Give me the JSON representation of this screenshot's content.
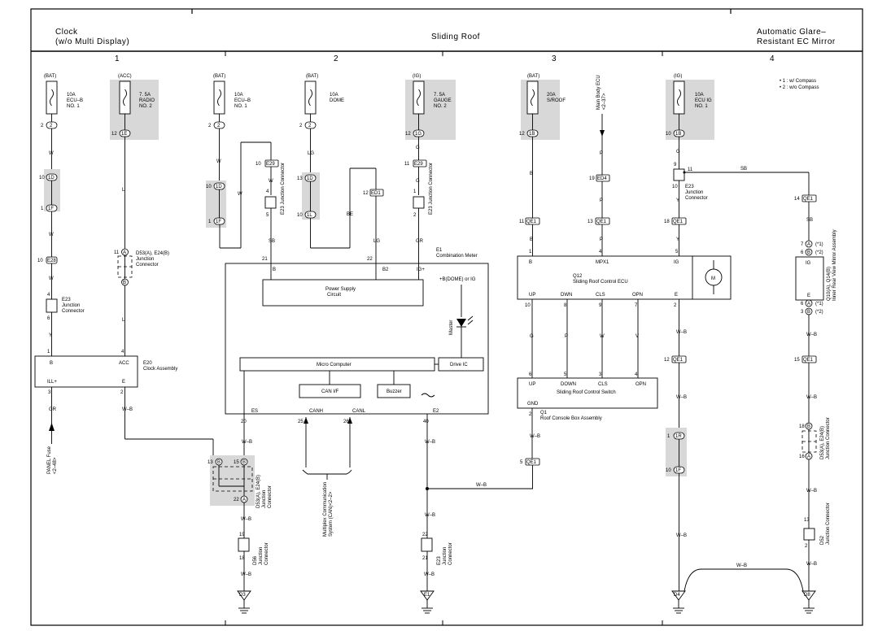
{
  "header": {
    "clock_line1": "Clock",
    "clock_line2": "(w/o Multi Display)",
    "sliding_roof": "Sliding Roof",
    "mirror_line1": "Automatic Glare–",
    "mirror_line2": "Resistant EC Mirror"
  },
  "columns": [
    "1",
    "2",
    "3",
    "4"
  ],
  "notes": {
    "n1": "• 1 : w/ Compass",
    "n2": "• 2 : w/o Compass"
  },
  "fuses": [
    {
      "source": "(BAT)",
      "rating": "10A",
      "name1": "ECU–B",
      "name2": "NO. 1"
    },
    {
      "source": "(ACC)",
      "rating": "7. 5A",
      "name1": "RADIO",
      "name2": "NO. 2"
    },
    {
      "source": "(BAT)",
      "rating": "10A",
      "name1": "ECU–B",
      "name2": "NO. 1"
    },
    {
      "source": "(BAT)",
      "rating": "10A",
      "name1": "DOME",
      "name2": ""
    },
    {
      "source": "(IG)",
      "rating": "7. 5A",
      "name1": "GAUGE",
      "name2": "NO. 2"
    },
    {
      "source": "(BAT)",
      "rating": "20A",
      "name1": "S/ROOF",
      "name2": ""
    },
    {
      "source": "(IG)",
      "rating": "10A",
      "name1": "ECU IG",
      "name2": "NO. 1"
    }
  ],
  "components": {
    "e23": {
      "code": "E23",
      "l1": "Junction",
      "l2": "Connector"
    },
    "d53": {
      "code": "D53(A), E24(B)",
      "l1": "Junction",
      "l2": "Connector"
    },
    "e20": {
      "code": "E20",
      "l1": "Clock Assembly"
    },
    "e1": {
      "code": "E1",
      "l1": "Combination Meter"
    },
    "power_supply": {
      "l1": "Power Supply",
      "l2": "Circuit"
    },
    "micro": "Micro Computer",
    "drive_ic": "Drive IC",
    "can_if": "CAN I/F",
    "buzzer": "Buzzer",
    "master": "Master",
    "bdome": "+B(DOME) or IG",
    "q12": {
      "code": "Q12",
      "l1": "Sliding Roof Control ECU"
    },
    "q1": {
      "code": "Q1",
      "l1": "Roof Console Box Assembly"
    },
    "switch": "Sliding Roof Control Switch",
    "mirror": "Q10(A), Q14(B)",
    "mirror_name": "Inner Rear View Mirror Assembly",
    "d56": {
      "code": "D56",
      "l1": "Junction",
      "l2": "Connector"
    },
    "d52": {
      "code": "D52",
      "l1": "Junction",
      "l2": "Connector"
    },
    "main_body": "Main Body ECU",
    "main_body_ref": "<2–37>",
    "panel_fuse": "PANEL Fuse",
    "panel_ref": "<2–48>",
    "multiplex": "Multiplex Communication",
    "multiplex2": "System (CAN)<2–2>",
    "motor": "M"
  },
  "terminals": {
    "e20_b": "B",
    "e20_acc": "ACC",
    "e20_ill": "ILL+",
    "e20_e": "E",
    "e1_b": "B",
    "e1_b2": "B2",
    "e1_ig": "IG+",
    "e1_es": "ES",
    "e1_canh": "CANH",
    "e1_canl": "CANL",
    "e1_e2": "E2",
    "q12_b": "B",
    "q12_mpx1": "MPX1",
    "q12_ig": "IG",
    "q12_up": "UP",
    "q12_dwn": "DWN",
    "q12_cls": "CLS",
    "q12_opn": "OPN",
    "q12_e": "E",
    "sw_up": "UP",
    "sw_down": "DOWN",
    "sw_cls": "CLS",
    "sw_opn": "OPN",
    "sw_gnd": "GND",
    "mir_ig": "IG",
    "mir_e": "E"
  },
  "wire_colors": {
    "w": "W",
    "l": "L",
    "y": "Y",
    "gr": "GR",
    "wb": "W–B",
    "sb": "SB",
    "lg": "LG",
    "be": "BE",
    "g": "G",
    "b": "B",
    "p": "P",
    "v": "V"
  },
  "grounds": [
    "D3",
    "E1",
    "D4",
    "D8"
  ],
  "connectors": {
    "e28": "E28",
    "e29": "E29",
    "ed1": "ED1",
    "ed4": "ED4",
    "qe1": "QE1",
    "c1d": "1D",
    "c1f": "1F",
    "c1g": "1G",
    "c1l": "1L",
    "c1e": "1E",
    "c1r": "1R",
    "c1b": "1B"
  },
  "colors": {
    "shade": "#d8d8d8",
    "line": "#000000"
  }
}
